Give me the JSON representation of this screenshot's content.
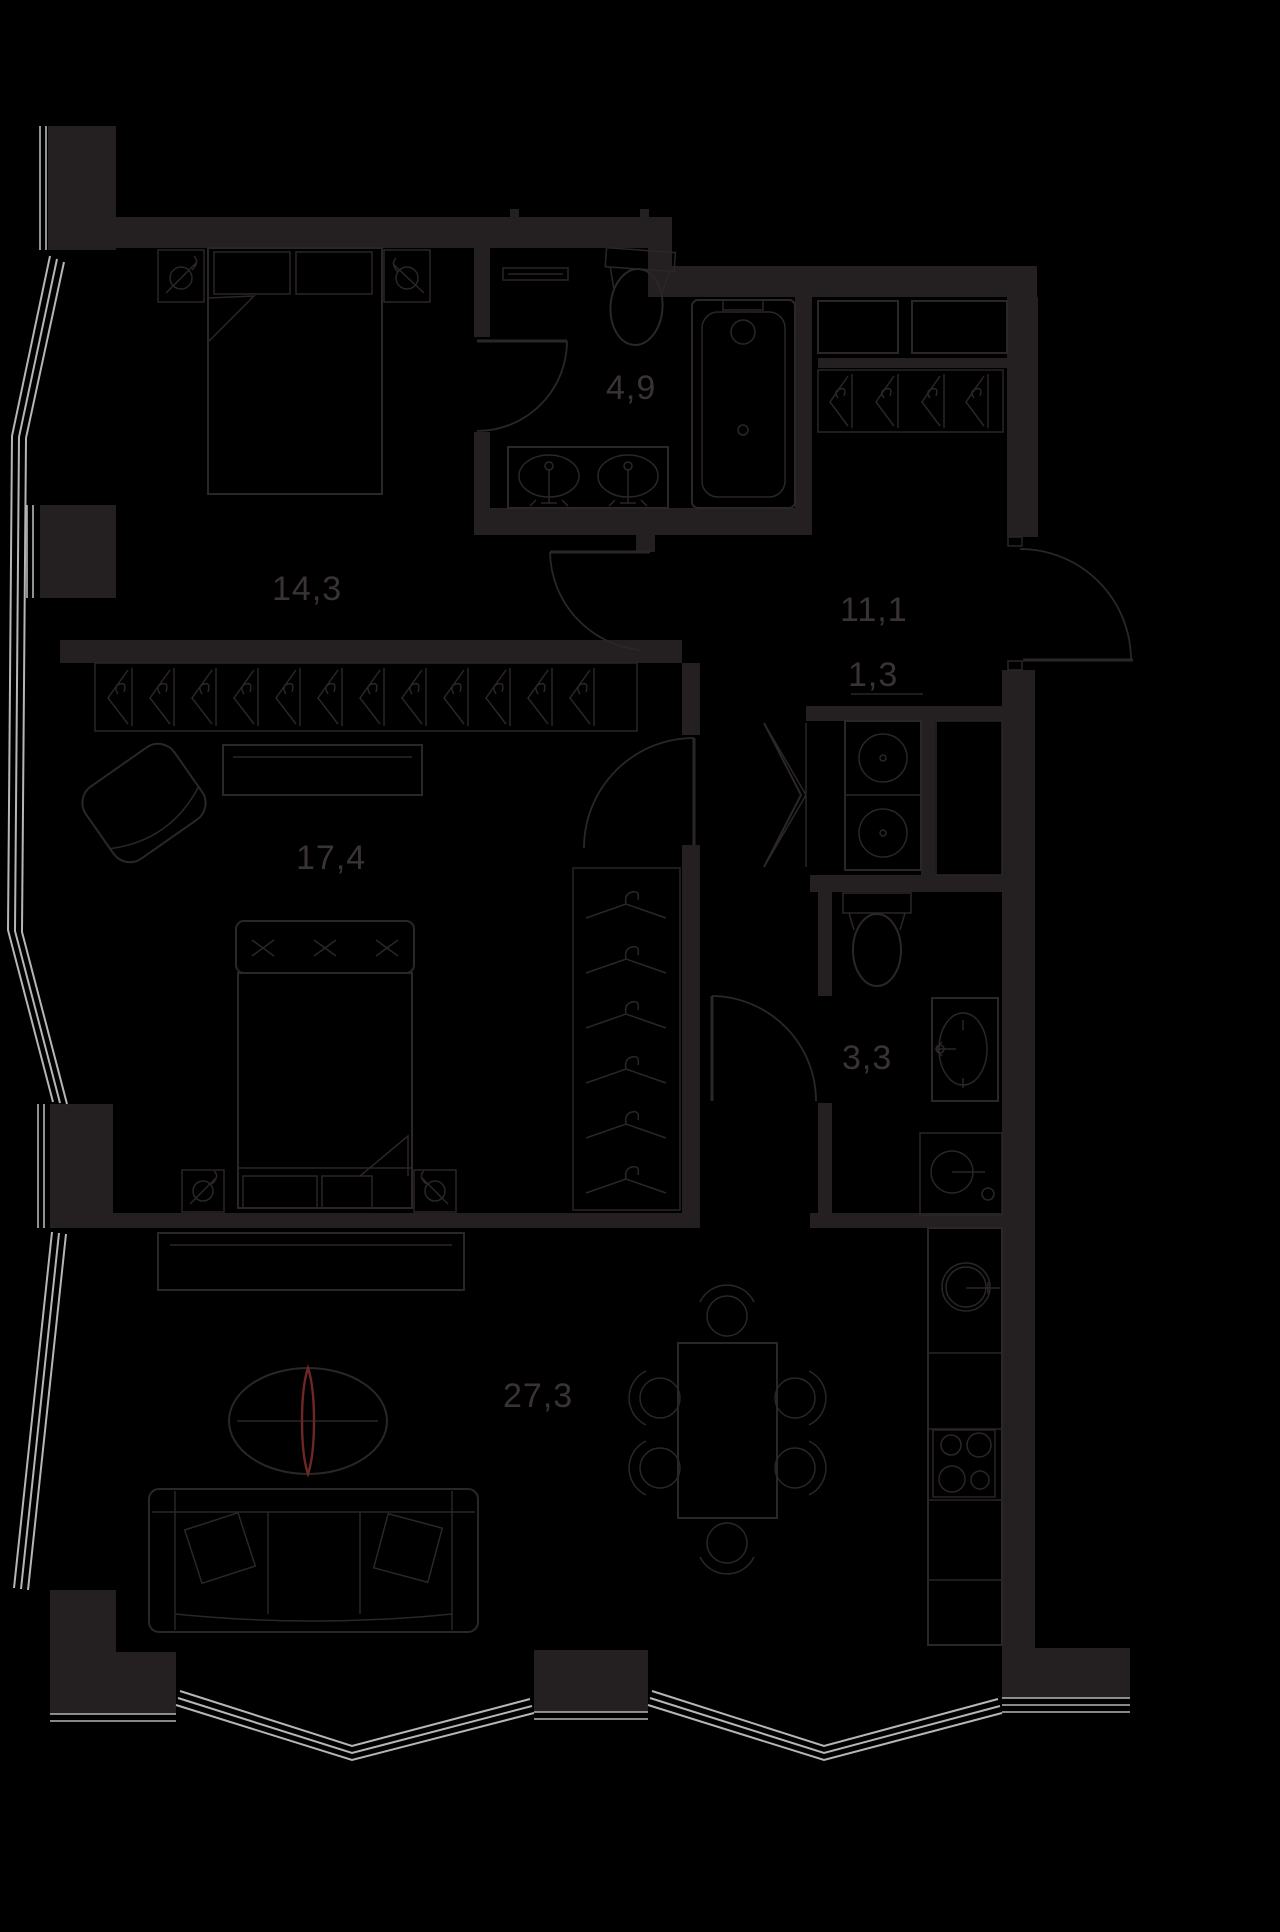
{
  "plan": {
    "type": "apartment-floor-plan",
    "units_note": "room areas as printed on plan (decimal comma)",
    "rooms": [
      {
        "id": "bedroom-1",
        "kind": "bedroom",
        "area": "14,3"
      },
      {
        "id": "bathroom-1",
        "kind": "bathroom",
        "area": "4,9"
      },
      {
        "id": "hallway",
        "kind": "hallway",
        "area": "11,1"
      },
      {
        "id": "closet-laundry",
        "kind": "closet",
        "area": "1,3"
      },
      {
        "id": "bedroom-2",
        "kind": "bedroom",
        "area": "17,4"
      },
      {
        "id": "bathroom-2",
        "kind": "wc",
        "area": "3,3"
      },
      {
        "id": "living-kitchen",
        "kind": "living-kitchen",
        "area": "27,3"
      }
    ],
    "fixtures": [
      "double-bed-icon",
      "nightstand-lamp-icon",
      "wardrobe-hangers-icon",
      "coat-rail-icon",
      "toilet-icon",
      "bathtub-icon",
      "double-washbasin-icon",
      "washbasin-icon",
      "washer-dryer-stack-icon",
      "washing-machine-icon",
      "kitchen-sink-icon",
      "cooktop-icon",
      "dining-table-icon",
      "chair-icon",
      "sofa-icon",
      "coffee-table-icon",
      "tv-console-icon",
      "armchair-icon",
      "dresser-icon",
      "entrance-door-icon",
      "interior-door-icon",
      "bifold-door-icon",
      "bay-window-icon"
    ],
    "colors": {
      "background": "#000000",
      "walls": "#241f20",
      "lines": "#2b2627",
      "text": "#3a3336",
      "glazing": "#b5b6b8",
      "accent_red": "#6e2725"
    }
  }
}
